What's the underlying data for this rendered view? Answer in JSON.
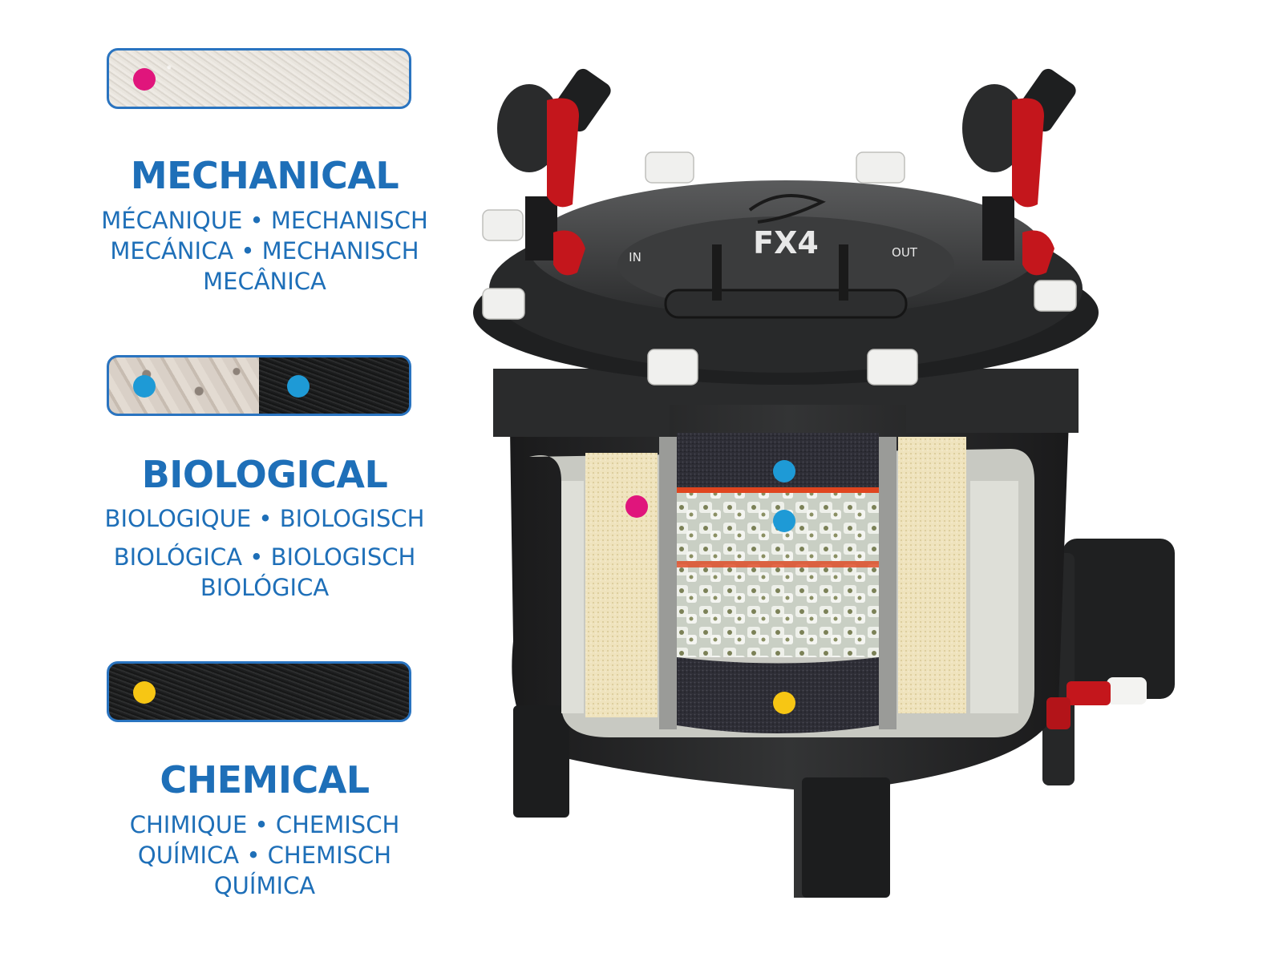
{
  "colors": {
    "text_blue": "#1e6fb8",
    "swatch_border": "#2a74c0",
    "dot_magenta": "#e0157c",
    "dot_blue": "#1e9ad6",
    "dot_yellow": "#f7c614",
    "valve_red": "#c4161c",
    "body_dark": "#2a2a2b"
  },
  "legend": [
    {
      "id": "mechanical",
      "title": "MECHANICAL",
      "lines": [
        "MÉCANIQUE • MECHANISCH",
        "MECÁNICA • MECHANISCH",
        "MECÂNICA"
      ],
      "swatch": "white-sponge",
      "dot_color": "magenta"
    },
    {
      "id": "biological",
      "title": "BIOLOGICAL",
      "lines": [
        "BIOLOGIQUE • BIOLOGISCH",
        "BIOLÓGICA • BIOLOGISCH",
        "BIOLÓGICA"
      ],
      "swatch": "ceramic-rings-and-black-foam",
      "dot_color": "blue"
    },
    {
      "id": "chemical",
      "title": "CHEMICAL",
      "lines": [
        "CHIMIQUE • CHEMISCH",
        "QUÍMICA • CHEMISCH",
        "QUÍMICA"
      ],
      "swatch": "carbon-foam",
      "dot_color": "yellow"
    }
  ],
  "filter": {
    "model_label": "FX4",
    "inlet_label": "IN",
    "outlet_label": "OUT"
  }
}
